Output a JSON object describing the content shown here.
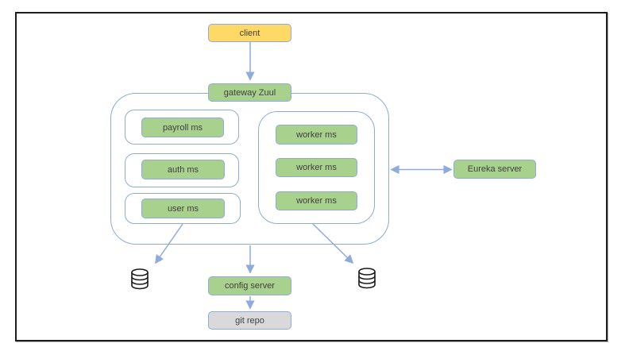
{
  "diagram": {
    "description": "microservices architecture diagram",
    "nodes": {
      "client": {
        "label": "client",
        "fill": "#FFD966"
      },
      "gateway": {
        "label": "gateway Zuul",
        "fill": "#A9D18E"
      },
      "payroll": {
        "label": "payroll ms",
        "fill": "#A9D18E"
      },
      "auth": {
        "label": "auth ms",
        "fill": "#A9D18E"
      },
      "user": {
        "label": "user ms",
        "fill": "#A9D18E"
      },
      "workers": [
        {
          "label": "worker ms"
        },
        {
          "label": "worker ms"
        },
        {
          "label": "worker ms"
        }
      ],
      "eureka": {
        "label": "Eureka server",
        "fill": "#A9D18E"
      },
      "config_server": {
        "label": "config server",
        "fill": "#A9D18E"
      },
      "git_repo": {
        "label": "git repo",
        "fill": "#D9D9D9"
      }
    },
    "icons": {
      "left_database": "database-icon",
      "right_database": "database-icon"
    },
    "edges": [
      {
        "from": "client",
        "to": "gateway Zuul",
        "style": "arrow"
      },
      {
        "from": "microservices cluster",
        "to": "Eureka server",
        "style": "double-arrow"
      },
      {
        "from": "user ms",
        "to": "left database",
        "style": "arrow"
      },
      {
        "from": "worker cluster",
        "to": "right database",
        "style": "arrow"
      },
      {
        "from": "microservices cluster",
        "to": "config server",
        "style": "arrow"
      },
      {
        "from": "config server",
        "to": "git repo",
        "style": "arrow"
      }
    ],
    "colors": {
      "client_fill": "#FFD966",
      "service_fill": "#A9D18E",
      "repo_fill": "#D9D9D9",
      "connector_blue": "#8FAADC",
      "text": "#3F3F3F",
      "frame_border": "#1C1C1C",
      "db_icon_stroke": "#1A1A1A"
    }
  }
}
